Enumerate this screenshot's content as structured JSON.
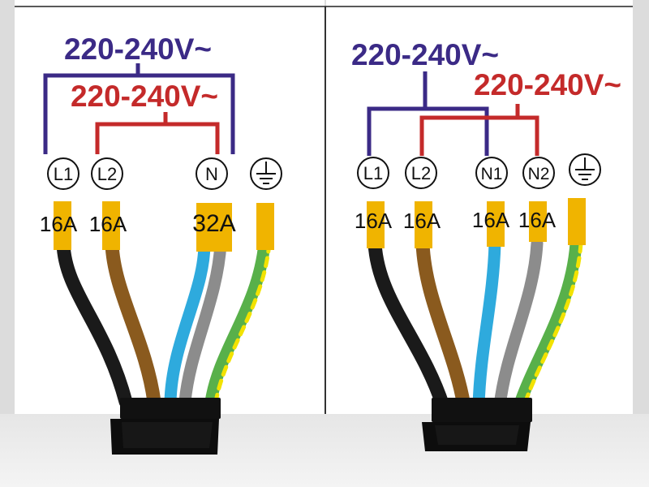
{
  "colors": {
    "phase_wire_purple": "#3b2a86",
    "phase_wire_red": "#c42a2a",
    "panel_background": "#ffffff",
    "terminal_sleeve": "#f0b400",
    "cable_black": "#1a1a1a",
    "cable_brown": "#8a5a1e",
    "cable_blue": "#2eaadd",
    "cable_grey": "#8c8c8c",
    "cable_green": "#58b04a",
    "cable_yellow": "#f2e200"
  },
  "left_panel": {
    "voltage_outer": "220-240V~",
    "voltage_inner": "220-240V~",
    "terminals": [
      {
        "label": "L1",
        "icon": "circle-label",
        "rating": "16A"
      },
      {
        "label": "L2",
        "icon": "circle-label",
        "rating": "16A"
      },
      {
        "label": "N",
        "icon": "circle-label",
        "rating": "32A"
      },
      {
        "label": "",
        "icon": "ground-icon",
        "rating": ""
      }
    ]
  },
  "right_panel": {
    "voltage_outer": "220-240V~",
    "voltage_inner": "220-240V~",
    "terminals": [
      {
        "label": "L1",
        "icon": "circle-label",
        "rating": "16A"
      },
      {
        "label": "L2",
        "icon": "circle-label",
        "rating": "16A"
      },
      {
        "label": "N1",
        "icon": "circle-label",
        "rating": "16A"
      },
      {
        "label": "N2",
        "icon": "circle-label",
        "rating": "16A"
      },
      {
        "label": "",
        "icon": "ground-icon",
        "rating": ""
      }
    ]
  }
}
